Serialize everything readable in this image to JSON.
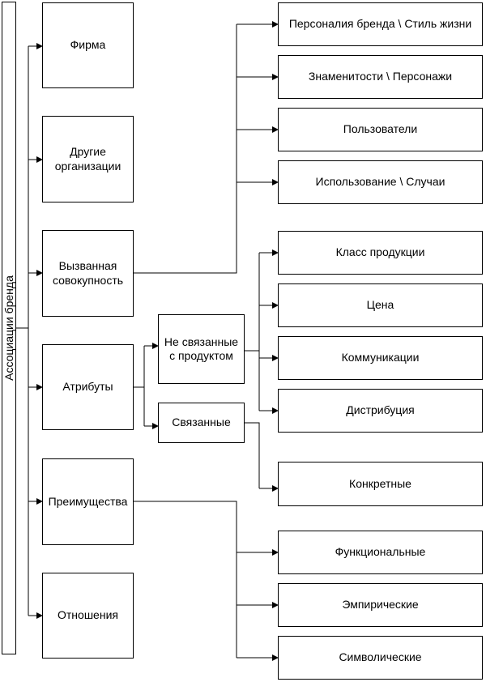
{
  "root": {
    "label": "Ассоциации бренда"
  },
  "categories": [
    {
      "id": "firm",
      "label": "Фирма"
    },
    {
      "id": "other-orgs",
      "label": "Другие\nорганизации"
    },
    {
      "id": "evoked-set",
      "label": "Вызванная\nсовокупность"
    },
    {
      "id": "attributes",
      "label": "Атрибуты"
    },
    {
      "id": "benefits",
      "label": "Преимущества"
    },
    {
      "id": "attitudes",
      "label": "Отношения"
    }
  ],
  "attribute_types": [
    {
      "id": "non-product",
      "label": "Не связанные\nс продуктом"
    },
    {
      "id": "product",
      "label": "Связанные"
    }
  ],
  "evoked_items": [
    "Персоналия бренда \\ Стиль жизни",
    "Знаменитости \\ Персонажи",
    "Пользователи",
    "Использование \\ Случаи"
  ],
  "non_product_items": [
    "Класс продукции",
    "Цена",
    "Коммуникации",
    "Дистрибуция"
  ],
  "product_items": [
    "Конкретные"
  ],
  "benefit_items": [
    "Функциональные",
    "Эмпирические",
    "Символические"
  ],
  "colors": {
    "line": "#000000",
    "background": "#ffffff"
  }
}
